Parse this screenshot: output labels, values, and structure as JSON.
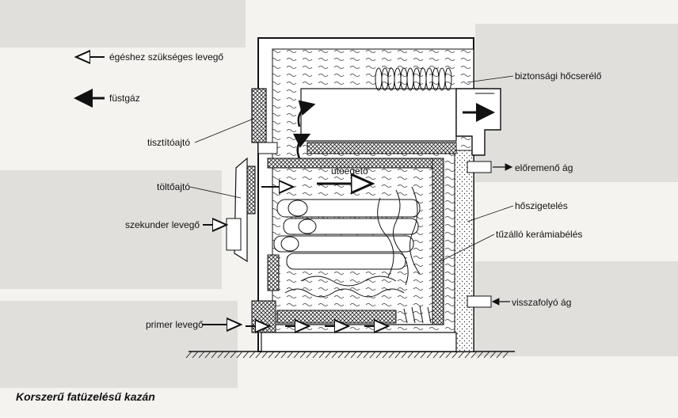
{
  "legend": {
    "air_label": "égéshez szükséges levegő",
    "smoke_label": "füstgáz"
  },
  "labels": {
    "cleaning_door": "tisztítóajtó",
    "loading_door": "töltőajtó",
    "secondary_air": "szekunder levegő",
    "primary_air": "primer levegő",
    "afterburner": "utóégető",
    "safety_heat_exchanger": "biztonsági hőcserélő",
    "flow_pipe": "előremenő ág",
    "insulation": "hőszigetelés",
    "refractory_lining": "tűzálló kerámiabélés",
    "return_pipe": "visszafolyó ág"
  },
  "caption": "Korszerű fatüzelésű kazán",
  "colors": {
    "ink": "#111111",
    "paper": "#f4f3ef",
    "hatch": "#222222"
  }
}
